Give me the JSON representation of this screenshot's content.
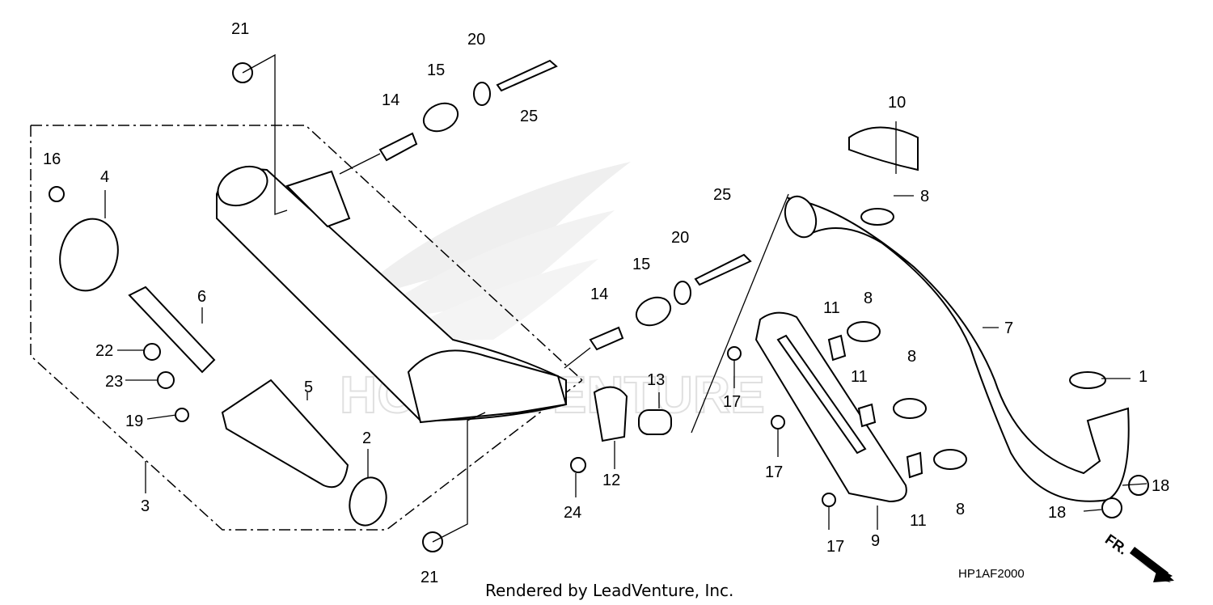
{
  "caption": "Rendered by LeadVenture, Inc.",
  "diagram_code": "HP1AF2000",
  "direction_label": "FR.",
  "watermark_text": "HONDA",
  "watermark_text_2": "VENTURE",
  "callouts": {
    "c1": "1",
    "c2": "2",
    "c3": "3",
    "c4": "4",
    "c5": "5",
    "c6": "6",
    "c7": "7",
    "c8a": "8",
    "c8b": "8",
    "c8c": "8",
    "c8d": "8",
    "c9": "9",
    "c10": "10",
    "c11a": "11",
    "c11b": "11",
    "c11c": "11",
    "c12": "12",
    "c13": "13",
    "c14a": "14",
    "c14b": "14",
    "c15a": "15",
    "c15b": "15",
    "c16": "16",
    "c17a": "17",
    "c17b": "17",
    "c17c": "17",
    "c18a": "18",
    "c18b": "18",
    "c19": "19",
    "c20a": "20",
    "c20b": "20",
    "c21a": "21",
    "c21b": "21",
    "c22": "22",
    "c23": "23",
    "c24": "24",
    "c25a": "25",
    "c25b": "25"
  }
}
